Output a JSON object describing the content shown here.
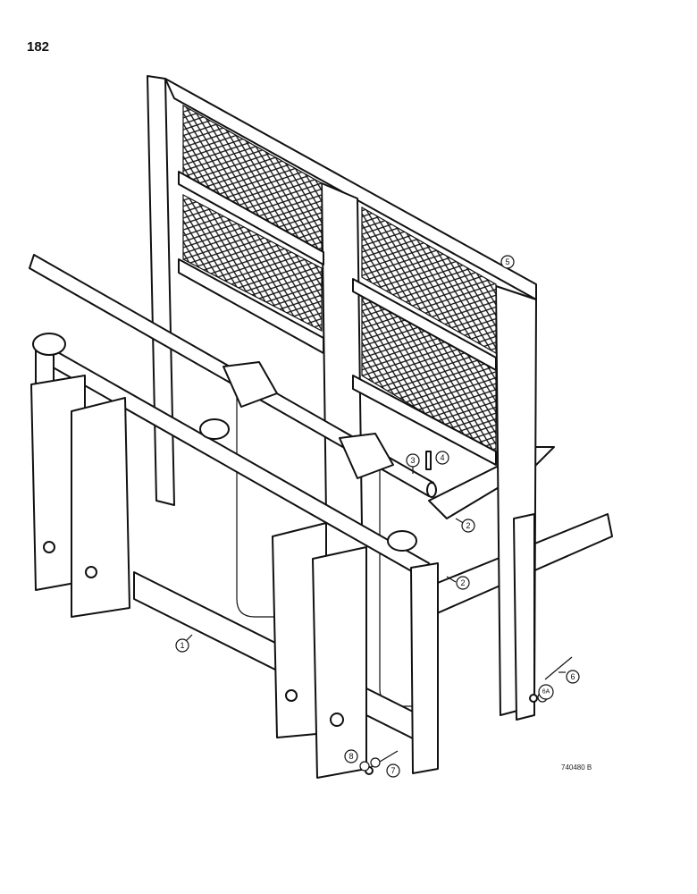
{
  "page_number": "182",
  "figure_code": "740480 B",
  "callouts": {
    "c1": "1",
    "c2a": "2",
    "c2b": "2",
    "c3": "3",
    "c4": "4",
    "c5": "5",
    "c6": "6",
    "c6a": "6A",
    "c7": "7",
    "c8": "8"
  }
}
